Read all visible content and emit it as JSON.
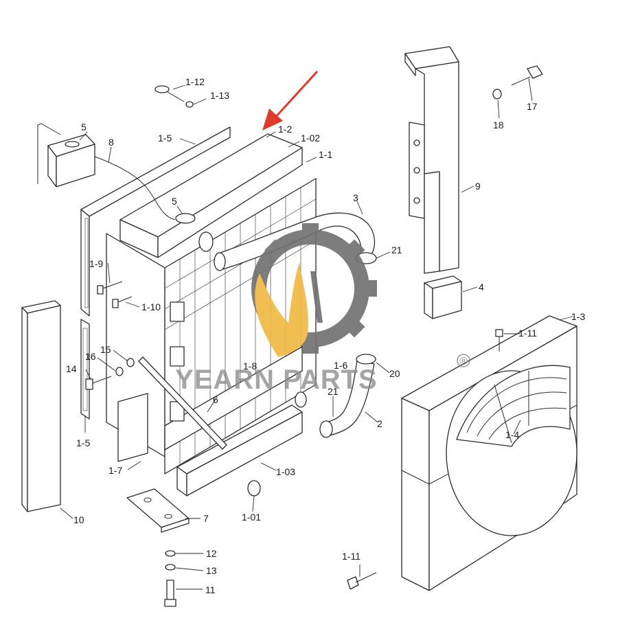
{
  "watermark": {
    "text": "YEARN PARTS",
    "registered": "®",
    "gear_color": "#707070",
    "flame_color": "#f0b840"
  },
  "arrow_color": "#e03a2a",
  "callouts": [
    "1-12",
    "1-13",
    "5",
    "8",
    "1-5",
    "1-2",
    "1-02",
    "1-1",
    "5",
    "3",
    "21",
    "1-9",
    "1-10",
    "15",
    "16",
    "14",
    "1-5",
    "1-7",
    "1-8",
    "6",
    "1-6",
    "20",
    "21",
    "2",
    "1-03",
    "1-01",
    "7",
    "12",
    "13",
    "11",
    "10",
    "17",
    "18",
    "9",
    "4",
    "1-3",
    "1-11",
    "1-4",
    "1-11"
  ]
}
